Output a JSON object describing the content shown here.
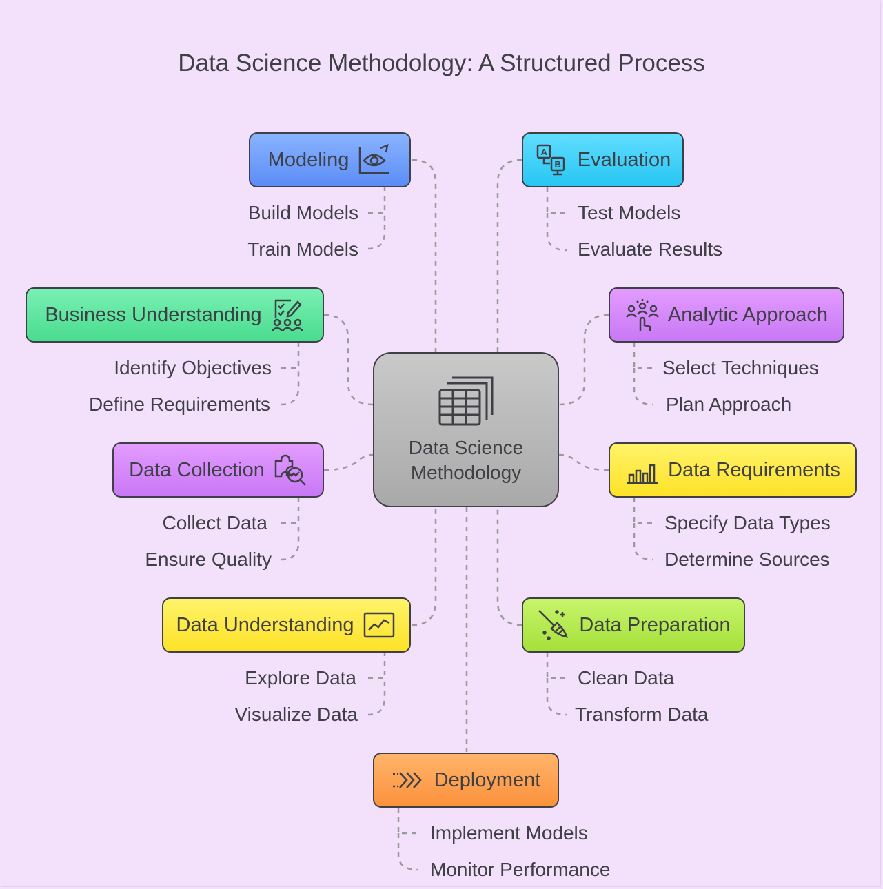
{
  "title": "Data Science Methodology: A Structured Process",
  "center": {
    "label_line1": "Data Science",
    "label_line2": "Methodology",
    "icon": "table-stack-icon"
  },
  "nodes": {
    "modeling": {
      "label": "Modeling",
      "icon": "eye-chart-icon",
      "color": "#6c9bfa",
      "items": [
        "Build Models",
        "Train Models"
      ]
    },
    "evaluation": {
      "label": "Evaluation",
      "icon": "ab-test-icon",
      "color": "#3ccff8",
      "items": [
        "Test Models",
        "Evaluate Results"
      ]
    },
    "business": {
      "label": "Business Understanding",
      "icon": "checklist-team-icon",
      "color": "#5ae59f",
      "items": [
        "Identify Objectives",
        "Define Requirements"
      ]
    },
    "analytic": {
      "label": "Analytic Approach",
      "icon": "team-hand-icon",
      "color": "#d488fb",
      "items": [
        "Select Techniques",
        "Plan Approach"
      ]
    },
    "collection": {
      "label": "Data Collection",
      "icon": "puzzle-search-icon",
      "color": "#d488fb",
      "items": [
        "Collect Data",
        "Ensure Quality"
      ]
    },
    "requirements": {
      "label": "Data Requirements",
      "icon": "bar-chart-icon",
      "color": "#feeb45",
      "items": [
        "Specify Data Types",
        "Determine Sources"
      ]
    },
    "understanding": {
      "label": "Data Understanding",
      "icon": "line-chart-icon",
      "color": "#feeb45",
      "items": [
        "Explore Data",
        "Visualize Data"
      ]
    },
    "preparation": {
      "label": "Data Preparation",
      "icon": "broom-icon",
      "color": "#b5ea50",
      "items": [
        "Clean Data",
        "Transform Data"
      ]
    },
    "deployment": {
      "label": "Deployment",
      "icon": "chevrons-icon",
      "color": "#fca158",
      "items": [
        "Implement Models",
        "Monitor Performance"
      ]
    }
  }
}
